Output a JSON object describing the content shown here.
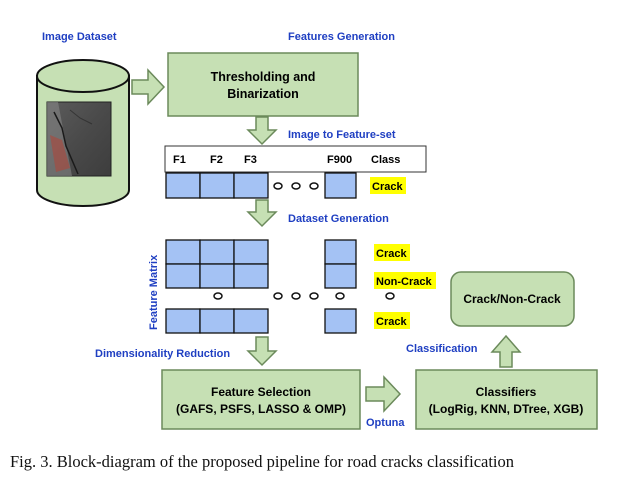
{
  "labels": {
    "image_dataset": "Image Dataset",
    "features_generation": "Features Generation",
    "image_to_feature_set": "Image to Feature-set",
    "dataset_generation": "Dataset Generation",
    "feature_matrix": "Feature Matrix",
    "dimensionality_reduction": "Dimensionality Reduction",
    "classification": "Classification",
    "optuna": "Optuna"
  },
  "boxes": {
    "thresholding_line1": "Thresholding and",
    "thresholding_line2": "Binarization",
    "feature_selection_line1": "Feature Selection",
    "feature_selection_line2": "(GAFS, PSFS, LASSO & OMP)",
    "classifiers_line1": "Classifiers",
    "classifiers_line2": "(LogRig, KNN, DTree, XGB)",
    "crack_noncrack": "Crack/Non-Crack"
  },
  "feature_header": {
    "f1": "F1",
    "f2": "F2",
    "f3": "F3",
    "f900": "F900",
    "class": "Class"
  },
  "tags": {
    "crack": "Crack",
    "noncrack": "Non-Crack"
  },
  "caption": "Fig. 3.  Block-diagram of the proposed pipeline for road cracks classification",
  "colors": {
    "box_fill": "#c6e0b4",
    "box_stroke": "#6b8a5b",
    "cell_fill": "#a4c2f4",
    "label_blue": "#1f3fc2",
    "tag_yellow": "#ffff00",
    "cylinder_fill": "#c6e0b4"
  }
}
